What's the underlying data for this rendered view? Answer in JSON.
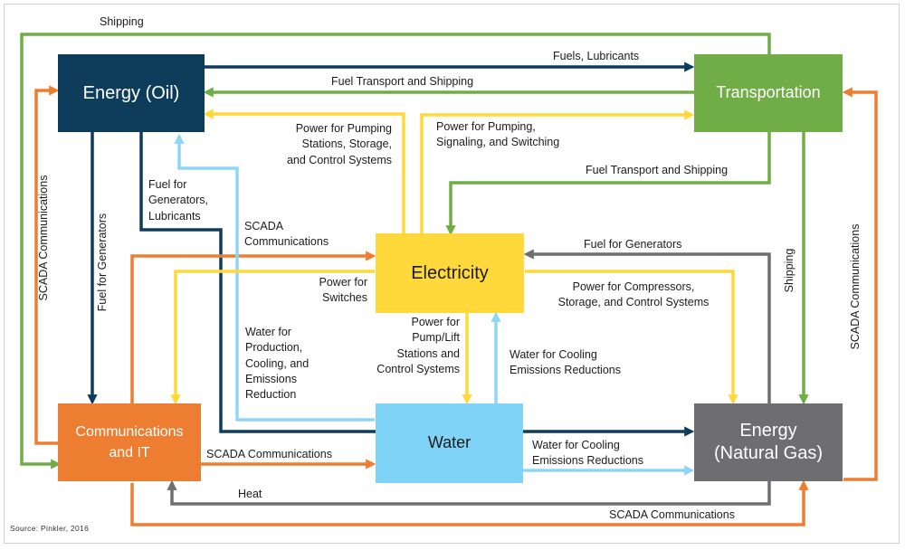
{
  "source": "Source: Pinkler, 2016",
  "colors": {
    "oil": "#0e3d5c",
    "transportation": "#70ad47",
    "electricity": "#ffd93b",
    "comms": "#ed7d31",
    "water": "#7fd3f7",
    "gas": "#6e6e70",
    "yellow_arrow": "#ffd93b",
    "orange_arrow": "#ed7d31",
    "green_arrow": "#70ad47",
    "navy_arrow": "#0e3d5c",
    "blue_arrow": "#8fd6f5",
    "gray_arrow": "#6e6e70"
  },
  "nodes": {
    "oil": "Energy (Oil)",
    "transportation": "Transportation",
    "electricity": "Electricity",
    "comms": "Communications\nand IT",
    "water": "Water",
    "gas": "Energy\n(Natural Gas)"
  },
  "labels": {
    "shipping_top": "Shipping",
    "fuels_lubricants": "Fuels, Lubricants",
    "fuel_transport_shipping_top": "Fuel Transport and Shipping",
    "power_pumping_oil": "Power for Pumping\nStations, Storage,\nand Control Systems",
    "power_pumping_trans": "Power for Pumping,\nSignaling, and Switching",
    "fuel_transport_shipping_mid": "Fuel Transport and Shipping",
    "scada_left_vertical": "SCADA Communications",
    "fuel_for_generators_vertical": "Fuel for Generators",
    "fuel_generators_lubricants": "Fuel for\nGenerators,\nLubricants",
    "scada_comms_to_elec": "SCADA\nCommunications",
    "fuel_for_generators_gas": "Fuel for Generators",
    "power_for_switches": "Power for\nSwitches",
    "power_compressors": "Power for Compressors,\nStorage, and Control Systems",
    "shipping_vertical": "Shipping",
    "scada_right_vertical": "SCADA Communications",
    "power_pump_lift": "Power for\nPump/Lift\nStations and\nControl Systems",
    "water_production": "Water for\nProduction,\nCooling, and\nEmissions\nReduction",
    "water_cooling_elec": "Water for Cooling\nEmissions Reductions",
    "water_cooling_gas": "Water for Cooling\nEmissions Reductions",
    "scada_comms_to_water": "SCADA Communications",
    "heat": "Heat",
    "scada_bottom": "SCADA Communications"
  }
}
